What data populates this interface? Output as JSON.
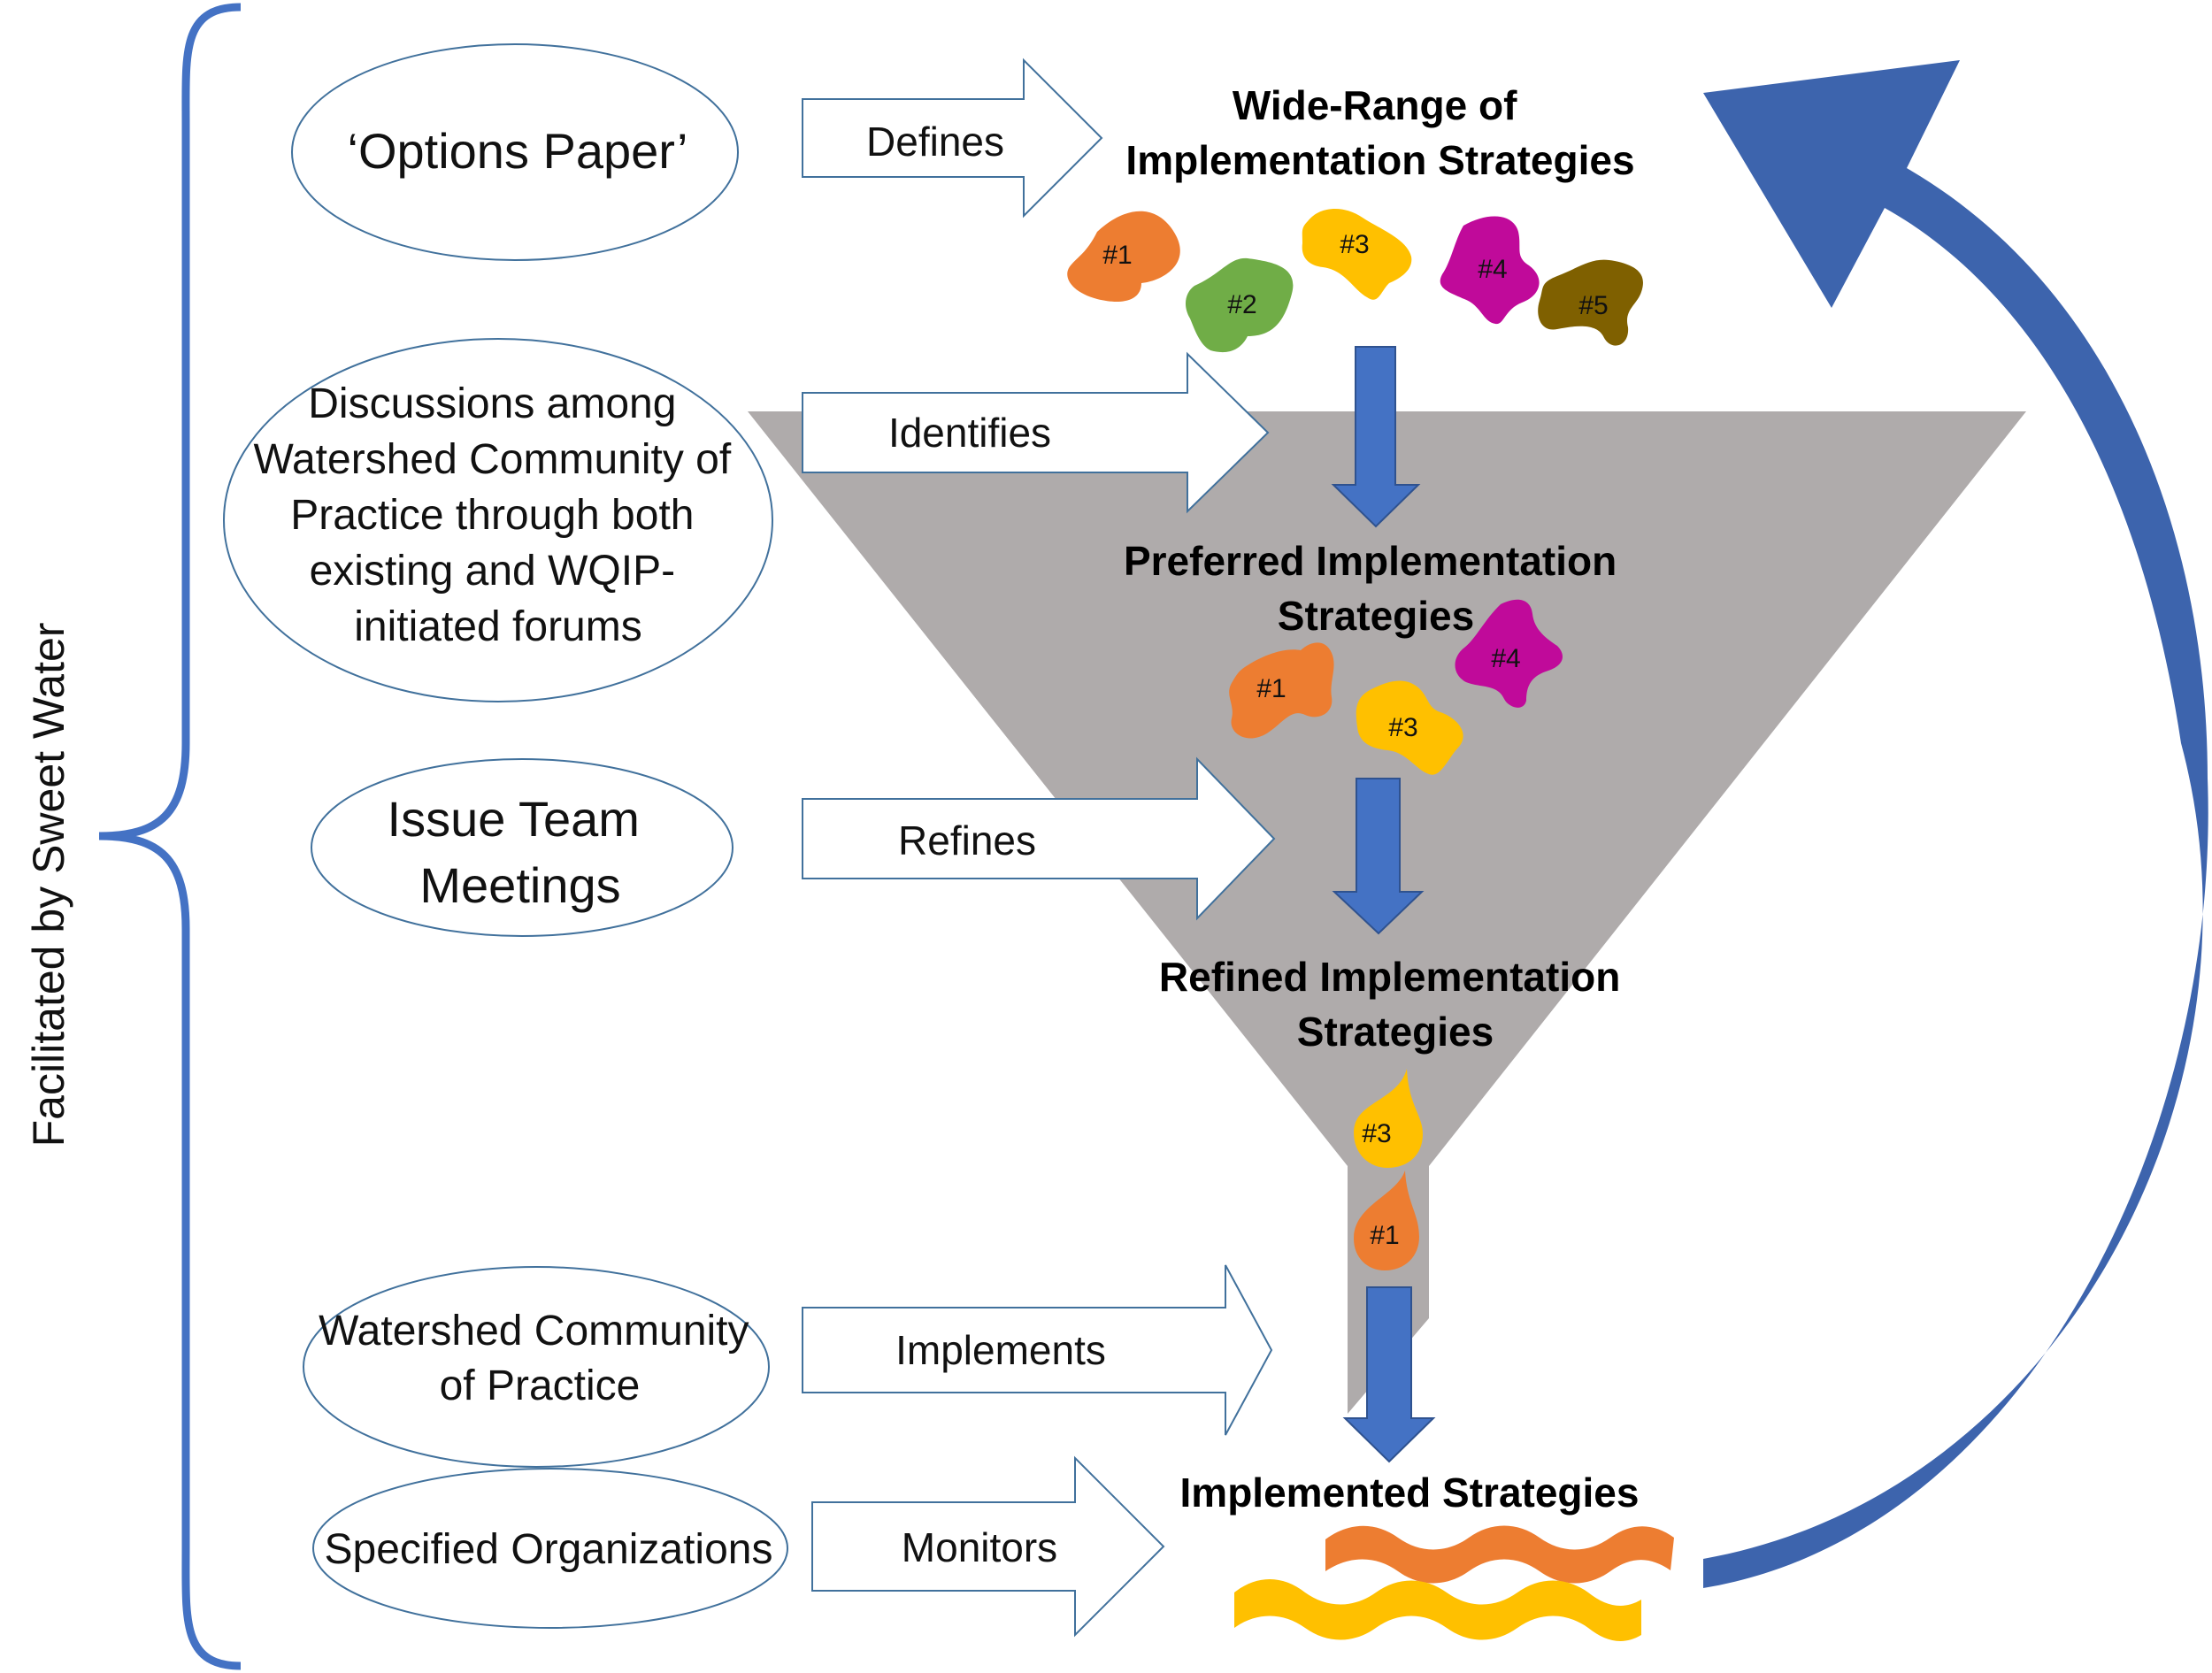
{
  "colors": {
    "accent_blue": "#4472c4",
    "funnel_gray": "#afabab",
    "orange": "#ed7d31",
    "green": "#70ad47",
    "yellow": "#ffc000",
    "magenta": "#c00a9a",
    "brown": "#7f6000",
    "outline": "#41719c"
  },
  "sidebar": {
    "label": "Facilitated by Sweet Water"
  },
  "inputs": [
    {
      "lines": [
        "‘Options Paper’"
      ]
    },
    {
      "lines": [
        "Discussions among",
        "Watershed Community of",
        "Practice through both",
        "existing and WQIP-",
        "initiated forums"
      ]
    },
    {
      "lines": [
        "Issue Team",
        "Meetings"
      ]
    },
    {
      "lines": [
        "Watershed Community",
        "of Practice"
      ]
    },
    {
      "lines": [
        "Specified Organizations"
      ]
    }
  ],
  "actions": [
    "Defines",
    "Identifies",
    "Refines",
    "Implements",
    "Monitors"
  ],
  "stages": [
    {
      "lines": [
        "Wide-Range of",
        "Implementation Strategies"
      ]
    },
    {
      "lines": [
        "Preferred Implementation",
        "Strategies"
      ]
    },
    {
      "lines": [
        "Refined Implementation",
        "Strategies"
      ]
    },
    {
      "lines": [
        "Implemented Strategies"
      ]
    }
  ],
  "strategies": {
    "wide": [
      "#1",
      "#2",
      "#3",
      "#4",
      "#5"
    ],
    "preferred": [
      "#1",
      "#3",
      "#4"
    ],
    "refined": [
      "#3",
      "#1"
    ]
  }
}
